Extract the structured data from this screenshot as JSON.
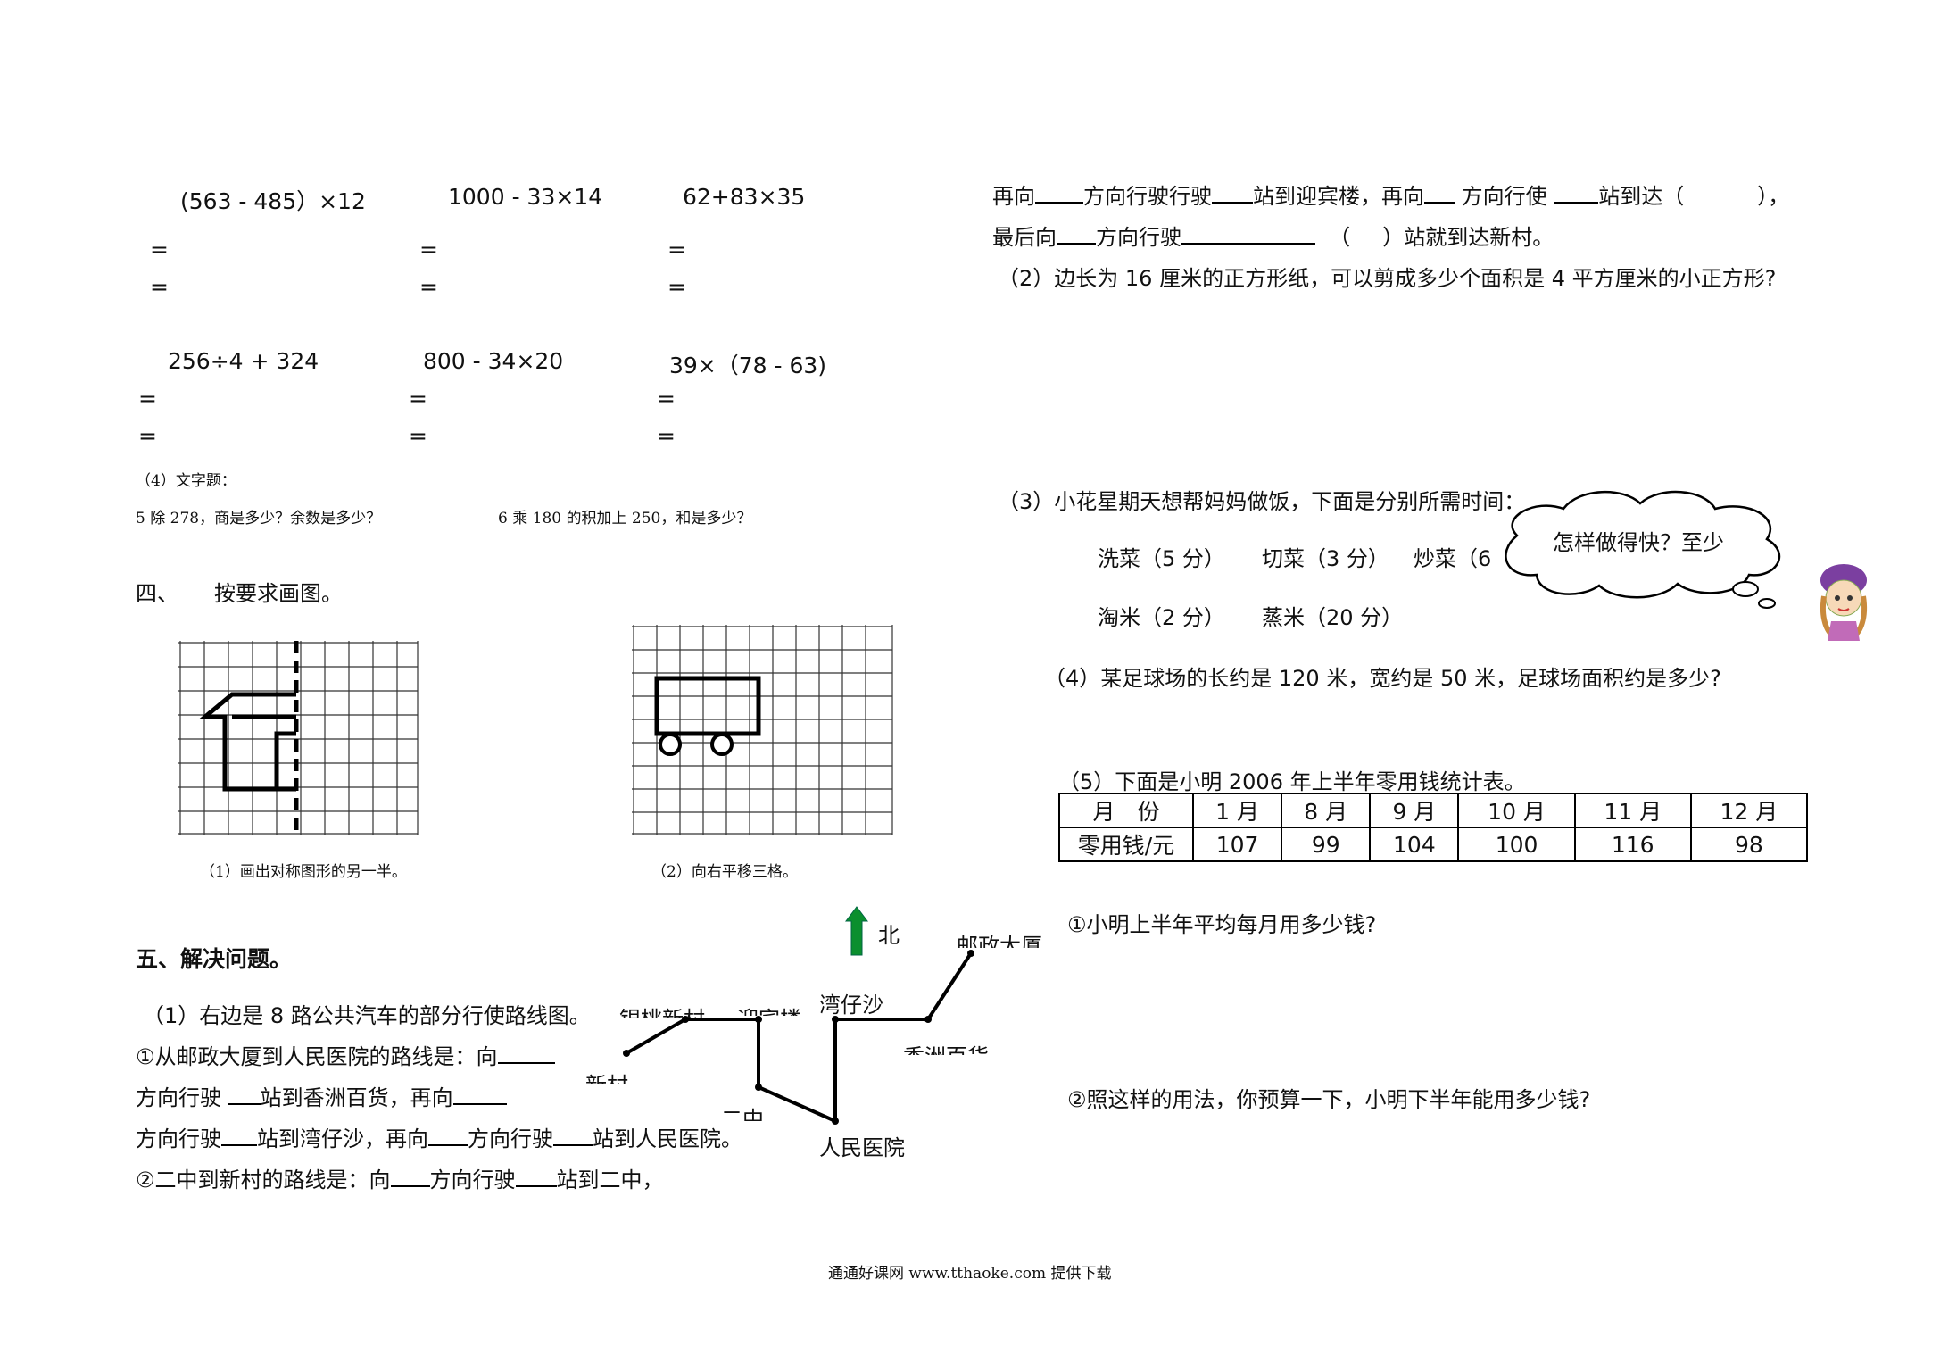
{
  "calc": {
    "row1": [
      "(563 - 485）×12",
      "1000 - 33×14",
      "62+83×35"
    ],
    "row2": [
      "256÷4 + 324",
      "800 - 34×20",
      "39×（78 - 63)"
    ],
    "eq": "="
  },
  "word_problems": {
    "title": "（4）文字题：",
    "q1": "5 除 278，商是多少？余数是多少？",
    "q2": "6 乘 180 的积加上 250，和是多少？"
  },
  "section4": {
    "num": "四、",
    "title": "按要求画图。",
    "cap1": "（1）画出对称图形的另一半。",
    "cap2": "（2）向右平移三格。"
  },
  "section5": {
    "title": "五、解决问题。",
    "p1_intro": "（1）右边是 8 路公共汽车的部分行使路线图。",
    "p1_a": "①从邮政大厦到人民医院的路线是：向",
    "p1_b_1": "方向行驶",
    "p1_b_2": "站到香洲百货，再向",
    "p1_c_1": "方向行驶",
    "p1_c_2": "站到湾仔沙，再向",
    "p1_c_3": "方向行驶",
    "p1_c_4": "站到人民医院。",
    "p1_d_1": "②二中到新村的路线是：向",
    "p1_d_2": "方向行驶",
    "p1_d_3": "站到二中，"
  },
  "map": {
    "north": "北",
    "stops": {
      "youzheng": "邮政大厦",
      "wanzaisha": "湾仔沙",
      "yingbin": "迎宾楼",
      "yintao": "银桃新村",
      "xincun": "新村",
      "erzhong": "二中",
      "renmin": "人民医院",
      "xiangzhou": "香洲百货"
    }
  },
  "right": {
    "line1_a": "再向",
    "line1_b": "方向行驶行驶",
    "line1_c": "站到迎宾楼，再向",
    "line1_d": "方向行使",
    "line1_e": "站到达（",
    "line1_f": "），",
    "line2_a": "最后向",
    "line2_b": "方向行驶",
    "line2_c": "（",
    "line2_d": "）站就到达新村。",
    "q2": "（2）边长为 16 厘米的正方形纸，可以剪成多少个面积是 4 平方厘米的小正方形?",
    "q3": "（3）小花星期天想帮妈妈做饭，下面是分别所需时间：",
    "q3_items1": [
      "洗菜（5 分）",
      "切菜（3 分）",
      "炒菜（6"
    ],
    "q3_items2": [
      "淘米（2 分）",
      "蒸米（20 分）"
    ],
    "bubble": "怎样做得快？至少",
    "q4": "（4）某足球场的长约是 120 米，宽约是 50 米，足球场面积约是多少?",
    "q5": "（5）下面是小明 2006 年上半年零用钱统计表。",
    "q5_a": "①小明上半年平均每月用多少钱?",
    "q5_b": "②照这样的用法，你预算一下，小明下半年能用多少钱?"
  },
  "table": {
    "header": [
      "月　份",
      "1 月",
      "8 月",
      "9 月",
      "10 月",
      "11 月",
      "12 月"
    ],
    "row": [
      "零用钱/元",
      "107",
      "99",
      "104",
      "100",
      "116",
      "98"
    ]
  },
  "footer": "通通好课网 www.tthaoke.com 提供下载"
}
